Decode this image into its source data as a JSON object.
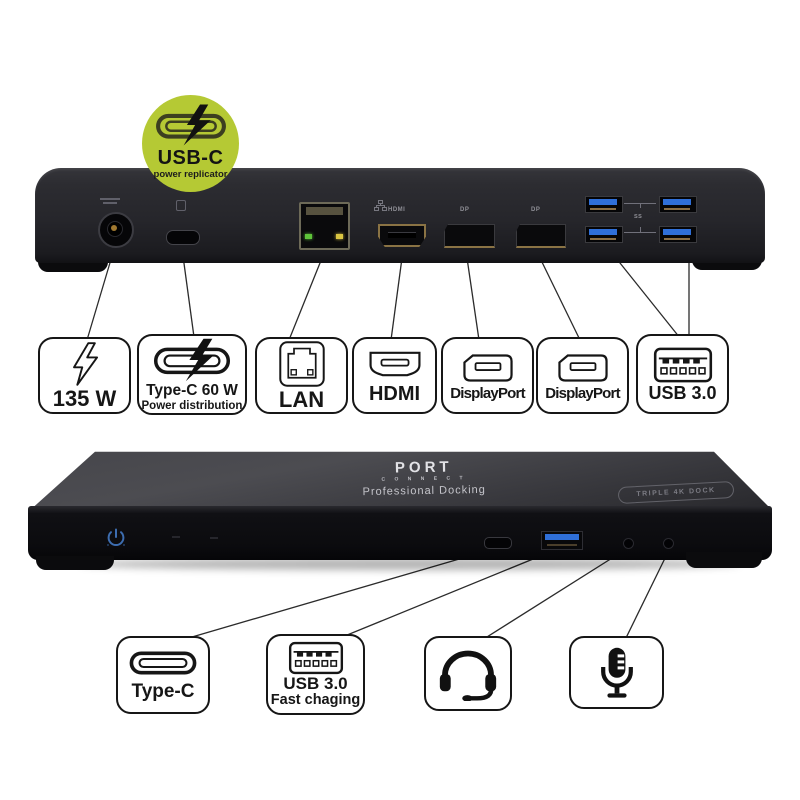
{
  "badge": {
    "title": "USB-C",
    "subtitle": "power replicator"
  },
  "back_panel": {
    "hdmi_label": "HDMI",
    "dp1_label": "DP",
    "dp2_label": "DP",
    "ss_label": "SS"
  },
  "top_callouts": [
    {
      "id": "power-135w",
      "label": "135 W",
      "icon": "lightning-icon"
    },
    {
      "id": "type-c-60w",
      "line1": "Type-C 60 W",
      "line2": "Power distribution",
      "icon": "usb-c-lightning-icon"
    },
    {
      "id": "lan",
      "label": "LAN",
      "icon": "rj45-icon"
    },
    {
      "id": "hdmi",
      "label": "HDMI",
      "icon": "hdmi-connector-icon"
    },
    {
      "id": "displayport-1",
      "label": "DisplayPort",
      "icon": "displayport-connector-icon"
    },
    {
      "id": "displayport-2",
      "label": "DisplayPort",
      "icon": "displayport-connector-icon"
    },
    {
      "id": "usb-3-0",
      "label": "USB 3.0",
      "icon": "usb-a-port-icon"
    }
  ],
  "front_panel": {
    "brand": "PORT",
    "brand_sub": "C O N N E C T",
    "tagline": "Professional Docking",
    "model_badge": "TRIPLE 4K DOCK"
  },
  "bottom_callouts": [
    {
      "id": "type-c",
      "label": "Type-C",
      "icon": "usb-c-connector-icon"
    },
    {
      "id": "usb-3-0-fast",
      "line1": "USB 3.0",
      "line2": "Fast chaging",
      "icon": "usb-a-port-icon"
    },
    {
      "id": "headset",
      "icon": "headset-icon"
    },
    {
      "id": "microphone",
      "icon": "microphone-icon"
    }
  ],
  "colors": {
    "badge_green": "#b5c934",
    "usb_blue": "#2f6fd8",
    "led_green": "#5ec43a",
    "led_yellow": "#d9c542",
    "power_button_blue": "#3d6db0"
  }
}
